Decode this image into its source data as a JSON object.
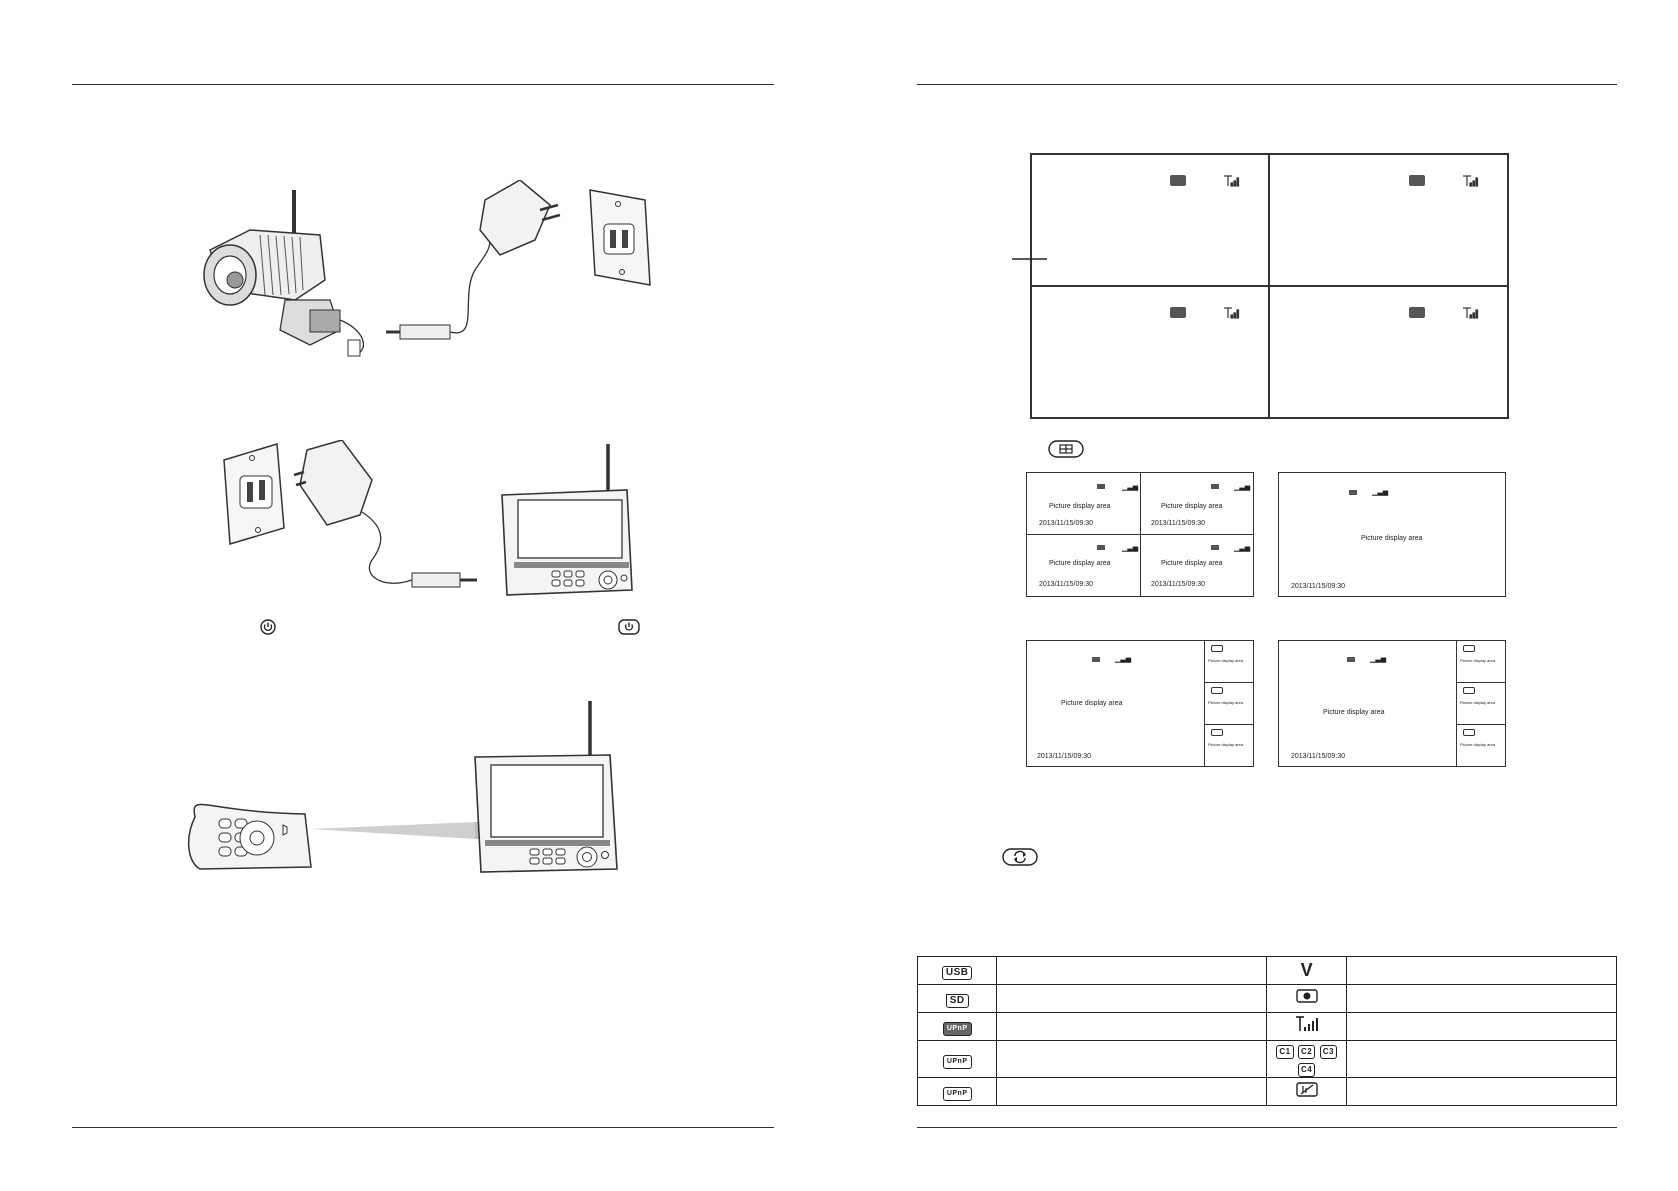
{
  "preview_labels": {
    "picture_area": "Picture display area",
    "timestamp": "2013/11/15/09:30"
  },
  "legend": {
    "rows": [
      {
        "left_icon": "usb-icon",
        "left_text": "USB",
        "right_icon": "v-icon",
        "right_text": "V"
      },
      {
        "left_icon": "sd-card-icon",
        "left_text": "SD",
        "right_icon": "record-icon",
        "right_text": ""
      },
      {
        "left_icon": "upnp-icon-1",
        "left_text": "UPnP",
        "right_icon": "signal-icon",
        "right_text": ""
      },
      {
        "left_icon": "upnp-icon-2",
        "left_text": "UPnP",
        "right_icon": "channel-icons",
        "right_text": ""
      },
      {
        "left_icon": "upnp-icon-3",
        "left_text": "UPnP",
        "right_icon": "no-signal-icon",
        "right_text": ""
      }
    ],
    "channels": [
      "C1",
      "C2",
      "C3",
      "C4"
    ]
  },
  "icons": [
    "power-icon",
    "power-button-icon",
    "split-screen-button-icon",
    "cycle-button-icon"
  ]
}
